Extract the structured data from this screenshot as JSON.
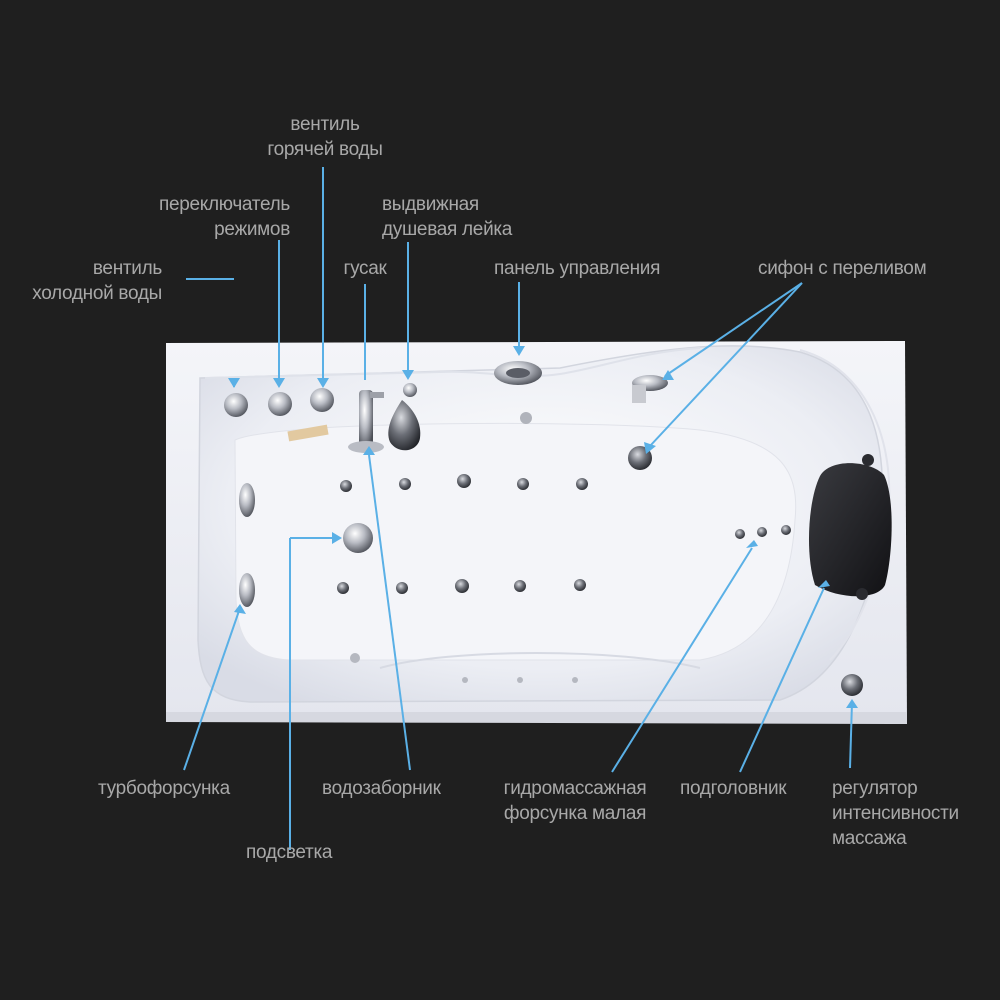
{
  "colors": {
    "background": "#1f1f1f",
    "label_text": "#a8a8a8",
    "leader_line": "#5ab0e6",
    "tub_surface": "#f2f3f7",
    "headrest": "#1d1d1f"
  },
  "labels": {
    "cold_valve": "вентиль\nхолодной воды",
    "mode_switch": "переключатель\nрежимов",
    "hot_valve": "вентиль\nгорячей воды",
    "spout": "гусак",
    "shower_head": "выдвижная\nдушевая лейка",
    "control_panel": "панель управления",
    "overflow_drain": "сифон с переливом",
    "turbo_jet": "турбофорсунка",
    "water_intake": "водозаборник",
    "small_jet": "гидромассажная\nфорсунка малая",
    "headrest": "подголовник",
    "intensity_regulator": "регулятор\nинтенсивности\nмассажа",
    "backlight": "подсветка"
  }
}
